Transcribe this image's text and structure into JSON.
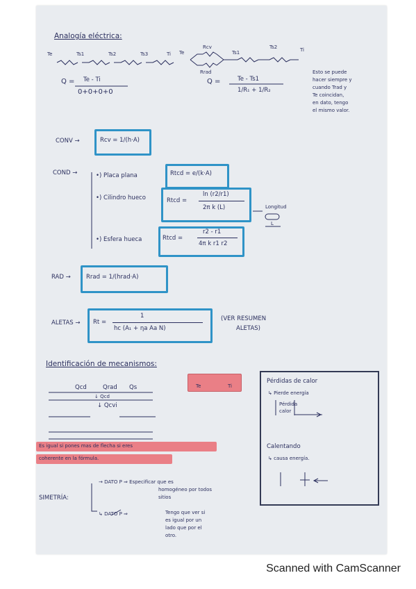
{
  "analogy": {
    "title": "Analogía eléctrica:",
    "chain1_labels": [
      "Te",
      "Ts1",
      "Ts2",
      "Ts3",
      "Ti"
    ],
    "eq1_lhs": "Q =",
    "eq1_num": "Te - Ti",
    "eq1_den": "0+0+0+0",
    "chain2_labels": [
      "Te",
      "Rcv",
      "Ts1",
      "Ts2",
      "Ti"
    ],
    "rrad": "Rrad",
    "eq2_lhs": "Q =",
    "eq2_num": "Te - Ts1",
    "eq2_den": "1/R₁ + 1/R₂",
    "note": [
      "Esto se puede",
      "hacer siempre y",
      "cuando Trad y",
      "Te coincidan,",
      "en dato, tengo",
      "el mismo valor."
    ]
  },
  "conv": {
    "label": "CONV →",
    "formula": "Rcv = 1/(h·A)"
  },
  "cond": {
    "label": "COND →",
    "plate": {
      "label": "•) Placa plana",
      "formula": "Rtcd = e/(k·A)"
    },
    "cyl": {
      "label": "•) Cilindro hueco",
      "num": "ln (r2/r1)",
      "den": "2π k (L)",
      "note": "Longitud",
      "lmark": "L"
    },
    "sphere": {
      "label": "•) Esfera hueca",
      "num": "r2 - r1",
      "den": "4π k r1 r2",
      "lhs": "Rtcd ="
    }
  },
  "rad": {
    "label": "RAD →",
    "formula": "Rrad = 1/(hrad·A)"
  },
  "fins": {
    "label": "ALETAS →",
    "lhs": "Rt =",
    "num": "1",
    "den": "hc (A₁ + ηa Aa N)",
    "note": [
      "(VER RESUMEN",
      "ALETAS)"
    ]
  },
  "mech": {
    "title": "Identificación de mecanismos:",
    "terms": [
      "Qcd",
      "Qrad",
      "Qs"
    ],
    "lower": [
      "↓ Qcd",
      "↓ Qcvi"
    ],
    "pinkbox": [
      "Te",
      "Ti"
    ],
    "highlight": [
      "Es igual si pones mas de flecha si eres",
      "coherente en la fórmula."
    ]
  },
  "loss": {
    "title": "Pérdidas de calor",
    "sub": "↳ Pierde energía",
    "perdida": "Pérdida",
    "calor": "calor",
    "gain": "Calentando",
    "gain_sub": "↳ causa energía."
  },
  "sym": {
    "label": "SIMETRÍA:",
    "dato1": "→ DATO P ⇒ Especificar que es",
    "dato1b": "homogéneo por todos",
    "dato1c": "sitios",
    "dato2": "↳ DATO P ⇒",
    "dato2a": "Tengo que ver si",
    "dato2b": "es igual por un",
    "dato2c": "lado que por el",
    "dato2d": "otro."
  },
  "footer": "Scanned with CamScanner"
}
